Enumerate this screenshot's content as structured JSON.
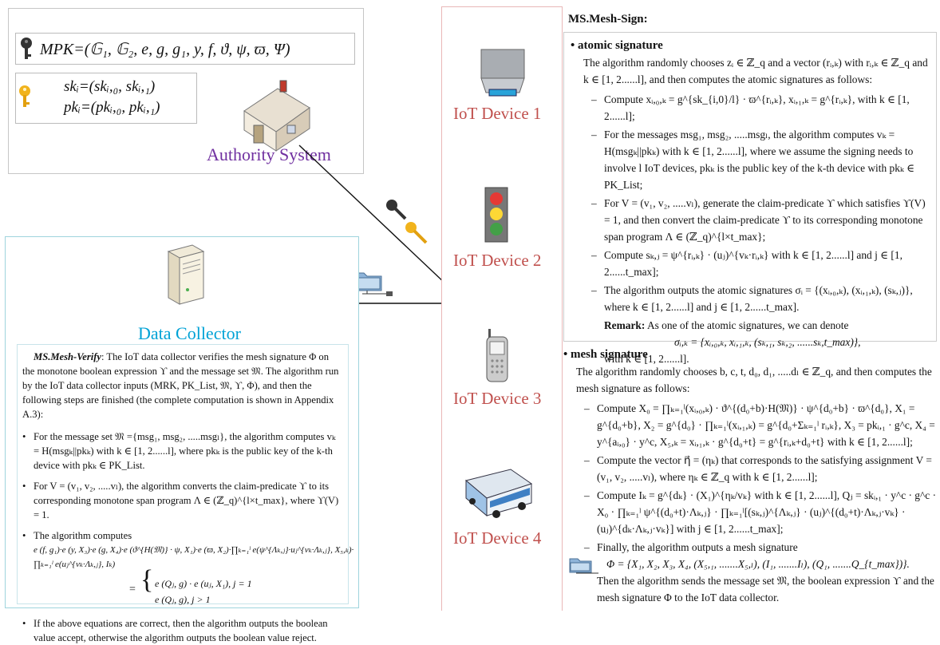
{
  "authority": {
    "mpk": "MPK=(𝔾₁, 𝔾₂, e, g, g₁, y, f, ϑ, ψ, ϖ, Ψ)",
    "sk": "skᵢ=(skᵢ,₀, skᵢ,₁)",
    "pk": "pkᵢ=(pkᵢ,₀, pkᵢ,₁)",
    "label": "Authority System",
    "label_color": "#7030a0"
  },
  "collector": {
    "label": "Data Collector",
    "label_color": "#00a2d6",
    "title": "MS.Mesh-Verify",
    "intro": ": The IoT data collector verifies the mesh signature Φ on the monotone boolean expression ϒ and the message set 𝔐. The algorithm run by the IoT data collector inputs (MRK, PK_List, 𝔐, ϒ, Φ), and then the following steps are finished (the complete computation is shown in Appendix A.3):",
    "bullets": [
      "For the message set 𝔐 ={msg₁, msg₂, .....msgₗ}, the algorithm computes vₖ = H(msgₖ||pkₖ) with k ∈ [1, 2......l], where pkₖ is the public key of the k-th device with pkₖ ∈ PK_List.",
      "For V = (v₁, v₂, .....vₗ), the algorithm converts the claim-predicate ϒ to its corresponding monotone span program Λ ∈ (ℤ_q)^{l×t_max}, where ϒ(V) = 1.",
      "The algorithm computes",
      "If the above equations are correct, then the algorithm outputs the boolean value accept, otherwise the algorithm outputs the boolean value reject."
    ],
    "equation_line1": "e (f, g₁)·e (y, X₃)·e (g, X₄)·e (ϑ^{H(𝔐)} · ψ, X₁)·e (ϖ, X₂)·∏ₖ₌₁ˡ e(ψ^{Λₖ,ⱼ}·uⱼ^{vₖ·Λₖ,ⱼ}, X₅,ₖ)·",
    "equation_line2": "∏ₖ₌₁ˡ e(uⱼ^{vₖ·Λₖ,ⱼ}, Iₖ)",
    "case1": "e (Qⱼ, g) · e (uⱼ, X₁),  j = 1",
    "case2": "e (Qⱼ, g),  j > 1"
  },
  "devices": [
    {
      "label": "IoT Device 1",
      "icon": "sensor-icon"
    },
    {
      "label": "IoT Device 2",
      "icon": "traffic-light-icon"
    },
    {
      "label": "IoT Device 3",
      "icon": "mobile-phone-icon"
    },
    {
      "label": "IoT Device 4",
      "icon": "bus-icon"
    }
  ],
  "device_label_color": "#c0504d",
  "sign": {
    "title": "MS.Mesh-Sign:",
    "atomic_heading": "atomic signature",
    "atomic_intro": "The algorithm randomly chooses zᵢ ∈ ℤ_q and a vector (rᵢ,ₖ) with rᵢ,ₖ ∈ ℤ_q and k ∈ [1, 2......l], and then computes the atomic signatures as follows:",
    "atomic_items": [
      "Compute xᵢ,₀,ₖ = g^{sk_{i,0}/l} · ϖ^{rᵢ,ₖ}, xᵢ,₁,ₖ = g^{rᵢ,ₖ}, with k ∈ [1, 2......l];",
      "For the messages msg₁, msg₂, .....msgₗ, the algorithm computes vₖ = H(msgₖ||pkₖ) with k ∈ [1, 2......l], where we assume the signing needs to involve l IoT devices, pkₖ is the public key of the k-th device with pkₖ ∈ PK_List;",
      "For V = (v₁, v₂, .....vₗ), generate the claim-predicate ϒ which satisfies ϒ(V) = 1, and then convert the claim-predicate ϒ to its corresponding monotone span program Λ ∈ (ℤ_q)^{l×t_max};",
      "Compute sₖ,ⱼ = ψ^{rᵢ,ₖ} · (uⱼ)^{vₖ·rᵢ,ₖ} with k ∈ [1, 2......l] and j ∈ [1, 2......t_max];",
      "The algorithm outputs the atomic signatures σᵢ = {(xᵢ,₀,ₖ), (xᵢ,₁,ₖ), (sₖ,ⱼ)}, where k ∈ [1, 2......l] and j ∈ [1, 2......t_max]."
    ],
    "remark_label": "Remark:",
    "remark_text": "As one of the atomic signatures, we can denote",
    "remark_eq": "σᵢ,ₖ = {xᵢ,₀,ₖ, xᵢ,₁,ₖ, (sₖ,₁, sₖ,₂, ......sₖ,t_max)},",
    "remark_tail": "with k ∈ [1, 2......l].",
    "mesh_heading": "mesh signature",
    "mesh_intro": "The algorithm randomly chooses b, c, t, d₀, d₁, .....dₗ ∈ ℤ_q, and then computes the mesh signature as follows:",
    "mesh_items": [
      "Compute X₀ = ∏ₖ₌₁ˡ(xᵢ,₀,ₖ) · ϑ^{(d₀+b)·H(𝔐)} · ψ^{d₀+b} · ϖ^{d₀}, X₁ = g^{d₀+b}, X₂ = g^{d₀} · ∏ₖ₌₁ˡ(xᵢ,₁,ₖ) = g^{d₀+Σₖ₌₁ˡ rᵢ,ₖ}, X₃ = pkᵢ,₁ · g^c, X₄ = y^{aᵢ,₀} · y^c, X₅,ₖ = xᵢ,₁,ₖ · g^{d₀+t} = g^{rᵢ,ₖ+d₀+t} with k ∈ [1, 2......l];",
      "Compute the vector η⃗ = (ηₖ) that corresponds to the satisfying assignment V = (v₁, v₂, .....vₗ), where ηₖ ∈ ℤ_q with k ∈ [1, 2......l];",
      "Compute Iₖ = g^{dₖ} · (X₁)^{ηₖ/vₖ} with k ∈ [1, 2......l], Qⱼ = skᵢ,₁ · y^c · g^c · X₀ · ∏ₖ₌₁ˡ ψ^{(d₀+t)·Λₖ,ⱼ} · ∏ₖ₌₁ˡ[(sₖ,ⱼ)^{Λₖ,ⱼ} · (uⱼ)^{(d₀+t)·Λₖ,ⱼ·vₖ} · (uⱼ)^{dₖ·Λₖ,ⱼ·vₖ}] with j ∈ [1, 2......t_max];",
      "Finally, the algorithm outputs a mesh signature"
    ],
    "phi_eq": "Φ = {X₁, X₂, X₃, X₄, (X₅,₁, .......X₅,ₗ), (I₁, .......Iₗ), (Q₁, .......Q_{t_max})}.",
    "final_text": "Then the algorithm sends the message set 𝔐, the boolean expression ϒ and the mesh signature Φ to the IoT data collector."
  },
  "icons": {
    "black_key": "black-key-icon",
    "gold_key": "gold-key-icon",
    "house": "house-icon",
    "server": "server-icon",
    "folder": "folder-network-icon"
  }
}
